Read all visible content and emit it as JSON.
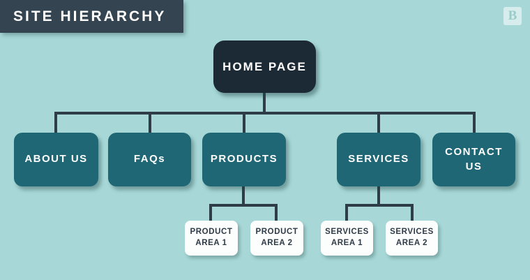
{
  "header": {
    "title": "SITE HIERARCHY",
    "logo_letter": "B"
  },
  "colors": {
    "background": "#a7d8d7",
    "banner": "#344450",
    "root_node": "#1c2a35",
    "level2_node": "#1f6775",
    "level3_node": "#fcfdfd",
    "level3_text": "#2e3b47",
    "connector": "#2f3d49",
    "node_text": "#ffffff"
  },
  "tree": {
    "root": {
      "label": "HOME PAGE"
    },
    "level2": [
      {
        "label": "ABOUT US"
      },
      {
        "label": "FAQs"
      },
      {
        "label": "PRODUCTS"
      },
      {
        "label": "SERVICES"
      },
      {
        "label": "CONTACT US"
      }
    ],
    "level3": [
      {
        "label": "PRODUCT AREA 1",
        "parent": "PRODUCTS"
      },
      {
        "label": "PRODUCT AREA 2",
        "parent": "PRODUCTS"
      },
      {
        "label": "SERVICES AREA 1",
        "parent": "SERVICES"
      },
      {
        "label": "SERVICES AREA 2",
        "parent": "SERVICES"
      }
    ]
  }
}
